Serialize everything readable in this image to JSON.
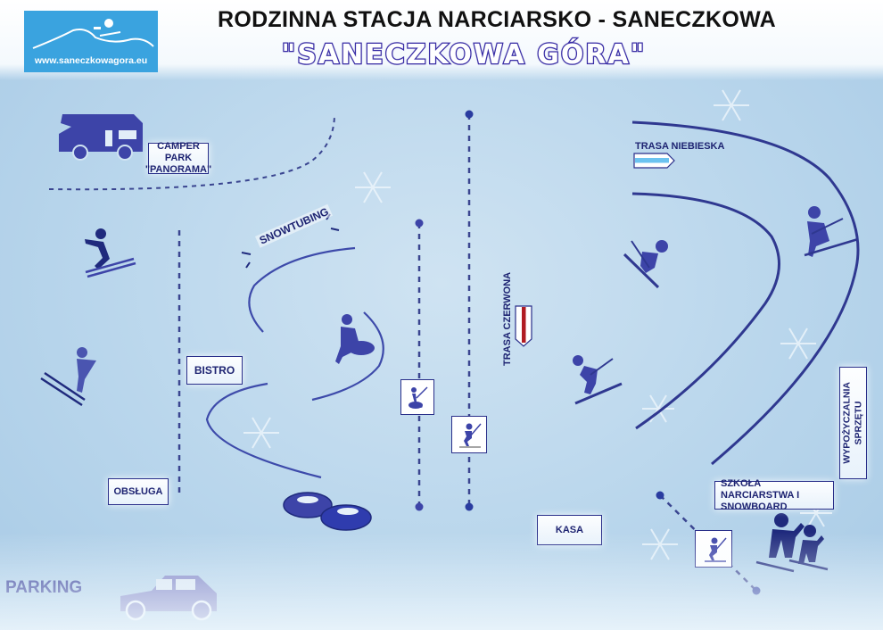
{
  "header": {
    "logo_url_text": "www.saneczkowagora.eu",
    "title_line1": "RODZINNA STACJA NARCIARSKO - SANECZKOWA",
    "title_line2": "\"SANECZKOWA GÓRA\""
  },
  "map": {
    "labels": {
      "camper_park": "CAMPER PARK \"PANORAMA\"",
      "snowtubing": "SNOWTUBING",
      "bistro": "BISTRO",
      "obsluga": "OBSŁUGA",
      "parking": "PARKING",
      "trasa_czerwona": "TRASA CZERWONA",
      "trasa_niebieska": "TRASA NIEBIESKA",
      "kasa": "KASA",
      "wypozyczalnia": "WYPOŻYCZALNIA SPRZĘTU",
      "szkola": "SZKOŁA NARCIARSTWA I SNOWBOARD"
    },
    "icons": [
      "camper-icon",
      "sledder-icon",
      "sledder-icon",
      "snowtuber-icon",
      "snow-tubes-icon",
      "tube-lift-sign-icon",
      "ski-lift-sign-icon",
      "skier-icon",
      "skier-icon",
      "skier-icon",
      "ski-lift-sign-icon",
      "ski-instructor-icon",
      "car-icon",
      "snowflake-icon"
    ],
    "colors": {
      "primary_navy": "#2a2f8a",
      "icon_blue": "#3d44a8",
      "red_trail": "#b01b22",
      "blue_trail": "#6cc3f0",
      "logo_bg": "#3aa3df"
    }
  }
}
